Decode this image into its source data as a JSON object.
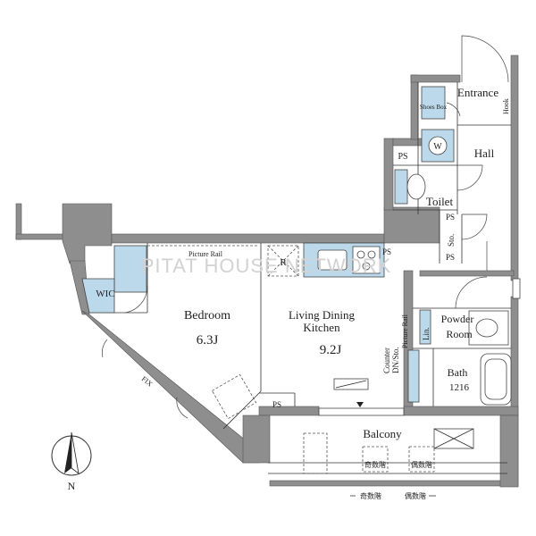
{
  "watermark": "PITAT HOUSE NETWORK",
  "compass": {
    "north_label": "N"
  },
  "rooms": {
    "entrance": "Entrance",
    "hook": "Hook",
    "shoes_box": "Shoes Box",
    "hall": "Hall",
    "ps_1": "PS",
    "washer": "W",
    "toilet": "Toilet",
    "ps_2": "PS",
    "sto": "Sto.",
    "ps_3": "PS",
    "ps_4": "PS",
    "fridge": "R",
    "picture_rail_bedroom": "Picture Rail",
    "wic": "WIC",
    "bedroom": "Bedroom",
    "bedroom_size": "6.3J",
    "ldk_line1": "Living Dining",
    "ldk_line2": "Kitchen",
    "ldk_size": "9.2J",
    "picture_rail_ldk": "Picture Rail",
    "counter": "Counter",
    "dn_sto": "DN/Sto.",
    "lin": "Lin.",
    "powder_line1": "Powder",
    "powder_line2": "Room",
    "bath": "Bath",
    "bath_size": "1216",
    "fix": "FIX",
    "ps_5": "PS",
    "balcony": "Balcony",
    "odd_floor": "奇数階",
    "even_floor": "偶数階",
    "odd_floor_bottom": "奇数階",
    "even_floor_bottom": "偶数階"
  }
}
